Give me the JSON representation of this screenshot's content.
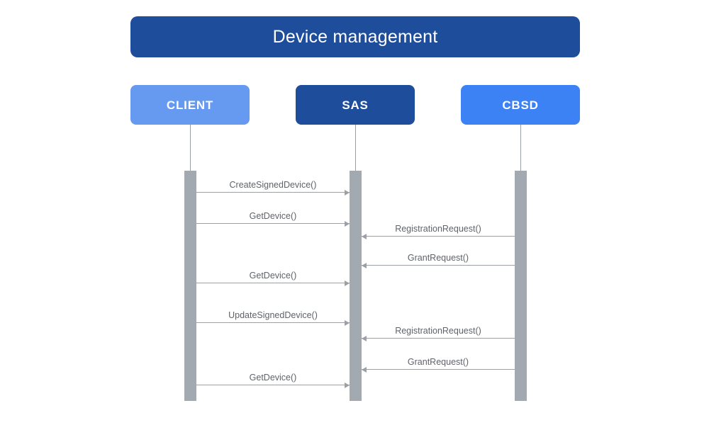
{
  "title": {
    "text": "Device management",
    "background": "#1e4d9b",
    "text_color": "#ffffff"
  },
  "participants": [
    {
      "id": "client",
      "label": "CLIENT",
      "color": "#6699f0"
    },
    {
      "id": "sas",
      "label": "SAS",
      "color": "#1e4d9b"
    },
    {
      "id": "cbsd",
      "label": "CBSD",
      "color": "#3d82f5"
    }
  ],
  "messages": [
    {
      "label": "CreateSignedDevice()",
      "from": "client",
      "to": "sas",
      "direction": "right"
    },
    {
      "label": "GetDevice()",
      "from": "client",
      "to": "sas",
      "direction": "right"
    },
    {
      "label": "RegistrationRequest()",
      "from": "cbsd",
      "to": "sas",
      "direction": "left"
    },
    {
      "label": "GrantRequest()",
      "from": "cbsd",
      "to": "sas",
      "direction": "left"
    },
    {
      "label": "GetDevice()",
      "from": "client",
      "to": "sas",
      "direction": "right"
    },
    {
      "label": "UpdateSignedDevice()",
      "from": "client",
      "to": "sas",
      "direction": "right"
    },
    {
      "label": "RegistrationRequest()",
      "from": "cbsd",
      "to": "sas",
      "direction": "left"
    },
    {
      "label": "GrantRequest()",
      "from": "cbsd",
      "to": "sas",
      "direction": "left"
    },
    {
      "label": "GetDevice()",
      "from": "client",
      "to": "sas",
      "direction": "right"
    }
  ],
  "colors": {
    "lifeline": "#9aa0a6",
    "activation_bar": "#a2a9b0",
    "message_text": "#5f6368",
    "canvas": "#ffffff"
  }
}
